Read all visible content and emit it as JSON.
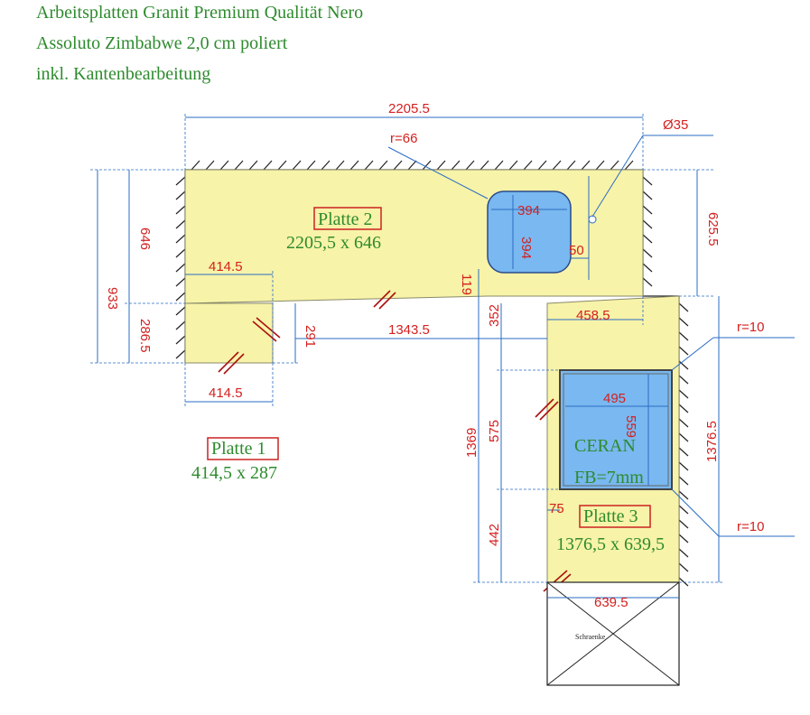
{
  "header": {
    "line1": "Arbeitsplatten Granit Premium Qualität Nero",
    "line2": "Assoluto Zimbabwe 2,0 cm poliert",
    "line3": "inkl. Kantenbearbeitung"
  },
  "dimensions": {
    "total_length": "2205.5",
    "r66": "r=66",
    "diameter": "Ø35",
    "sink_w": "394",
    "sink_h": "394",
    "d50": "50",
    "d625": "625.5",
    "d646": "646",
    "d933": "933",
    "d286": "286.5",
    "d414_top": "414.5",
    "d414_bottom": "414.5",
    "d291": "291",
    "d1343": "1343.5",
    "d119": "119",
    "d458": "458.5",
    "d352": "352",
    "d575": "575",
    "d1369": "1369",
    "d442": "442",
    "d75": "75",
    "ceran_w": "495",
    "ceran_h": "559",
    "r10_top": "r=10",
    "r10_bottom": "r=10",
    "d1376": "1376.5",
    "d639": "639.5"
  },
  "plates": {
    "p1_name": "Platte 1",
    "p1_size": "414,5 x 287",
    "p2_name": "Platte 2",
    "p2_size": "2205,5 x 646",
    "p3_name": "Platte 3",
    "p3_size": "1376,5 x 639,5"
  },
  "hob": {
    "line1": "CERAN",
    "line2": "FB=7mm"
  },
  "cabinet": {
    "label": "Schraenke"
  },
  "colors": {
    "slab": "#f7f3a8",
    "sink": "#79b8f0",
    "dimension_text": "#d42020",
    "header_text": "#2e8b2e"
  }
}
